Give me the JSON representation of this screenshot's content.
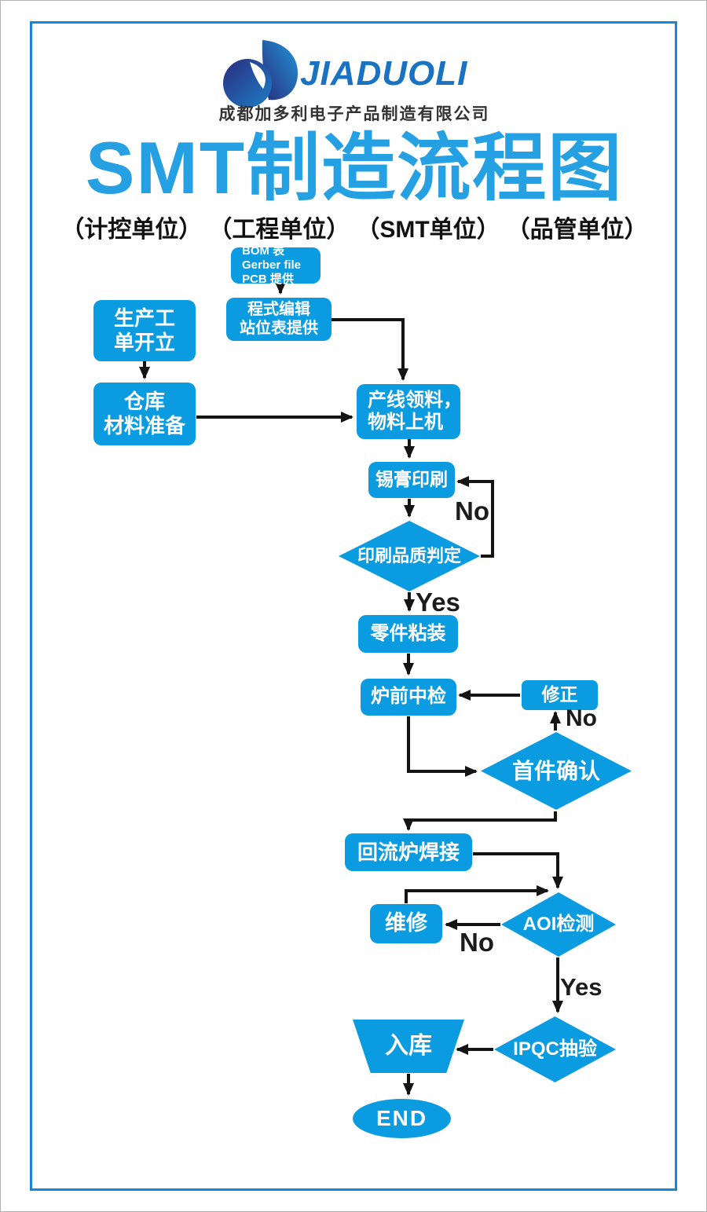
{
  "header": {
    "logo_text": "JIADUOLI",
    "company_name": "成都加多利电子产品制造有限公司",
    "title": "SMT制造流程图",
    "units": [
      "（计控单位）",
      "（工程单位）",
      "（SMT单位）",
      "（品管单位）"
    ]
  },
  "colors": {
    "node_blue": "#0b9be0",
    "title_blue": "#25a0e2",
    "frame_blue": "#1687d8",
    "logo_indigo": "#2a2c7e",
    "logo_blue": "#1d7ec6",
    "arrow_black": "#141414",
    "text_white": "#ffffff"
  },
  "flowchart": {
    "nodes": {
      "bom": {
        "type": "process",
        "lines": [
          "BOM 表",
          "Gerber file",
          "PCB 提供"
        ]
      },
      "program": {
        "type": "process",
        "lines": [
          "程式编辑",
          "站位表提供"
        ]
      },
      "work_order": {
        "type": "process",
        "lines": [
          "生产工",
          "单开立"
        ]
      },
      "warehouse_prep": {
        "type": "process",
        "lines": [
          "仓库",
          "材料准备"
        ]
      },
      "line_feeding": {
        "type": "process",
        "lines": [
          "产线领料，",
          "物料上机"
        ]
      },
      "solder_print": {
        "type": "process",
        "lines": [
          "锡膏印刷"
        ]
      },
      "print_quality": {
        "type": "decision",
        "lines": [
          "印刷品质判定"
        ]
      },
      "placement": {
        "type": "process",
        "lines": [
          "零件粘装"
        ]
      },
      "pre_oven_check": {
        "type": "process",
        "lines": [
          "炉前中检"
        ]
      },
      "correction": {
        "type": "process",
        "lines": [
          "修正"
        ]
      },
      "first_article": {
        "type": "decision",
        "lines": [
          "首件确认"
        ]
      },
      "reflow": {
        "type": "process",
        "lines": [
          "回流炉焊接"
        ]
      },
      "repair": {
        "type": "process",
        "lines": [
          "维修"
        ]
      },
      "aoi": {
        "type": "decision",
        "lines": [
          "AOI检测"
        ]
      },
      "ipqc": {
        "type": "decision",
        "lines": [
          "IPQC抽验"
        ]
      },
      "warehouse_in": {
        "type": "storage",
        "lines": [
          "入库"
        ]
      },
      "end": {
        "type": "terminator",
        "lines": [
          "END"
        ]
      }
    },
    "edge_labels": {
      "print_no": "No",
      "print_yes": "Yes",
      "first_no": "No",
      "aoi_no": "No",
      "aoi_yes": "Yes"
    },
    "edges": [
      {
        "from": "bom",
        "to": "program"
      },
      {
        "from": "program",
        "to": "line_feeding"
      },
      {
        "from": "work_order",
        "to": "warehouse_prep"
      },
      {
        "from": "warehouse_prep",
        "to": "line_feeding"
      },
      {
        "from": "line_feeding",
        "to": "solder_print"
      },
      {
        "from": "solder_print",
        "to": "print_quality"
      },
      {
        "from": "print_quality",
        "to": "solder_print",
        "label": "No"
      },
      {
        "from": "print_quality",
        "to": "placement",
        "label": "Yes"
      },
      {
        "from": "placement",
        "to": "pre_oven_check"
      },
      {
        "from": "correction",
        "to": "pre_oven_check"
      },
      {
        "from": "first_article",
        "to": "correction",
        "label": "No"
      },
      {
        "from": "pre_oven_check",
        "to": "first_article"
      },
      {
        "from": "first_article",
        "to": "reflow"
      },
      {
        "from": "reflow",
        "to": "aoi"
      },
      {
        "from": "repair",
        "to": "aoi"
      },
      {
        "from": "aoi",
        "to": "repair",
        "label": "No"
      },
      {
        "from": "aoi",
        "to": "ipqc",
        "label": "Yes"
      },
      {
        "from": "ipqc",
        "to": "warehouse_in"
      },
      {
        "from": "warehouse_in",
        "to": "end"
      }
    ]
  }
}
